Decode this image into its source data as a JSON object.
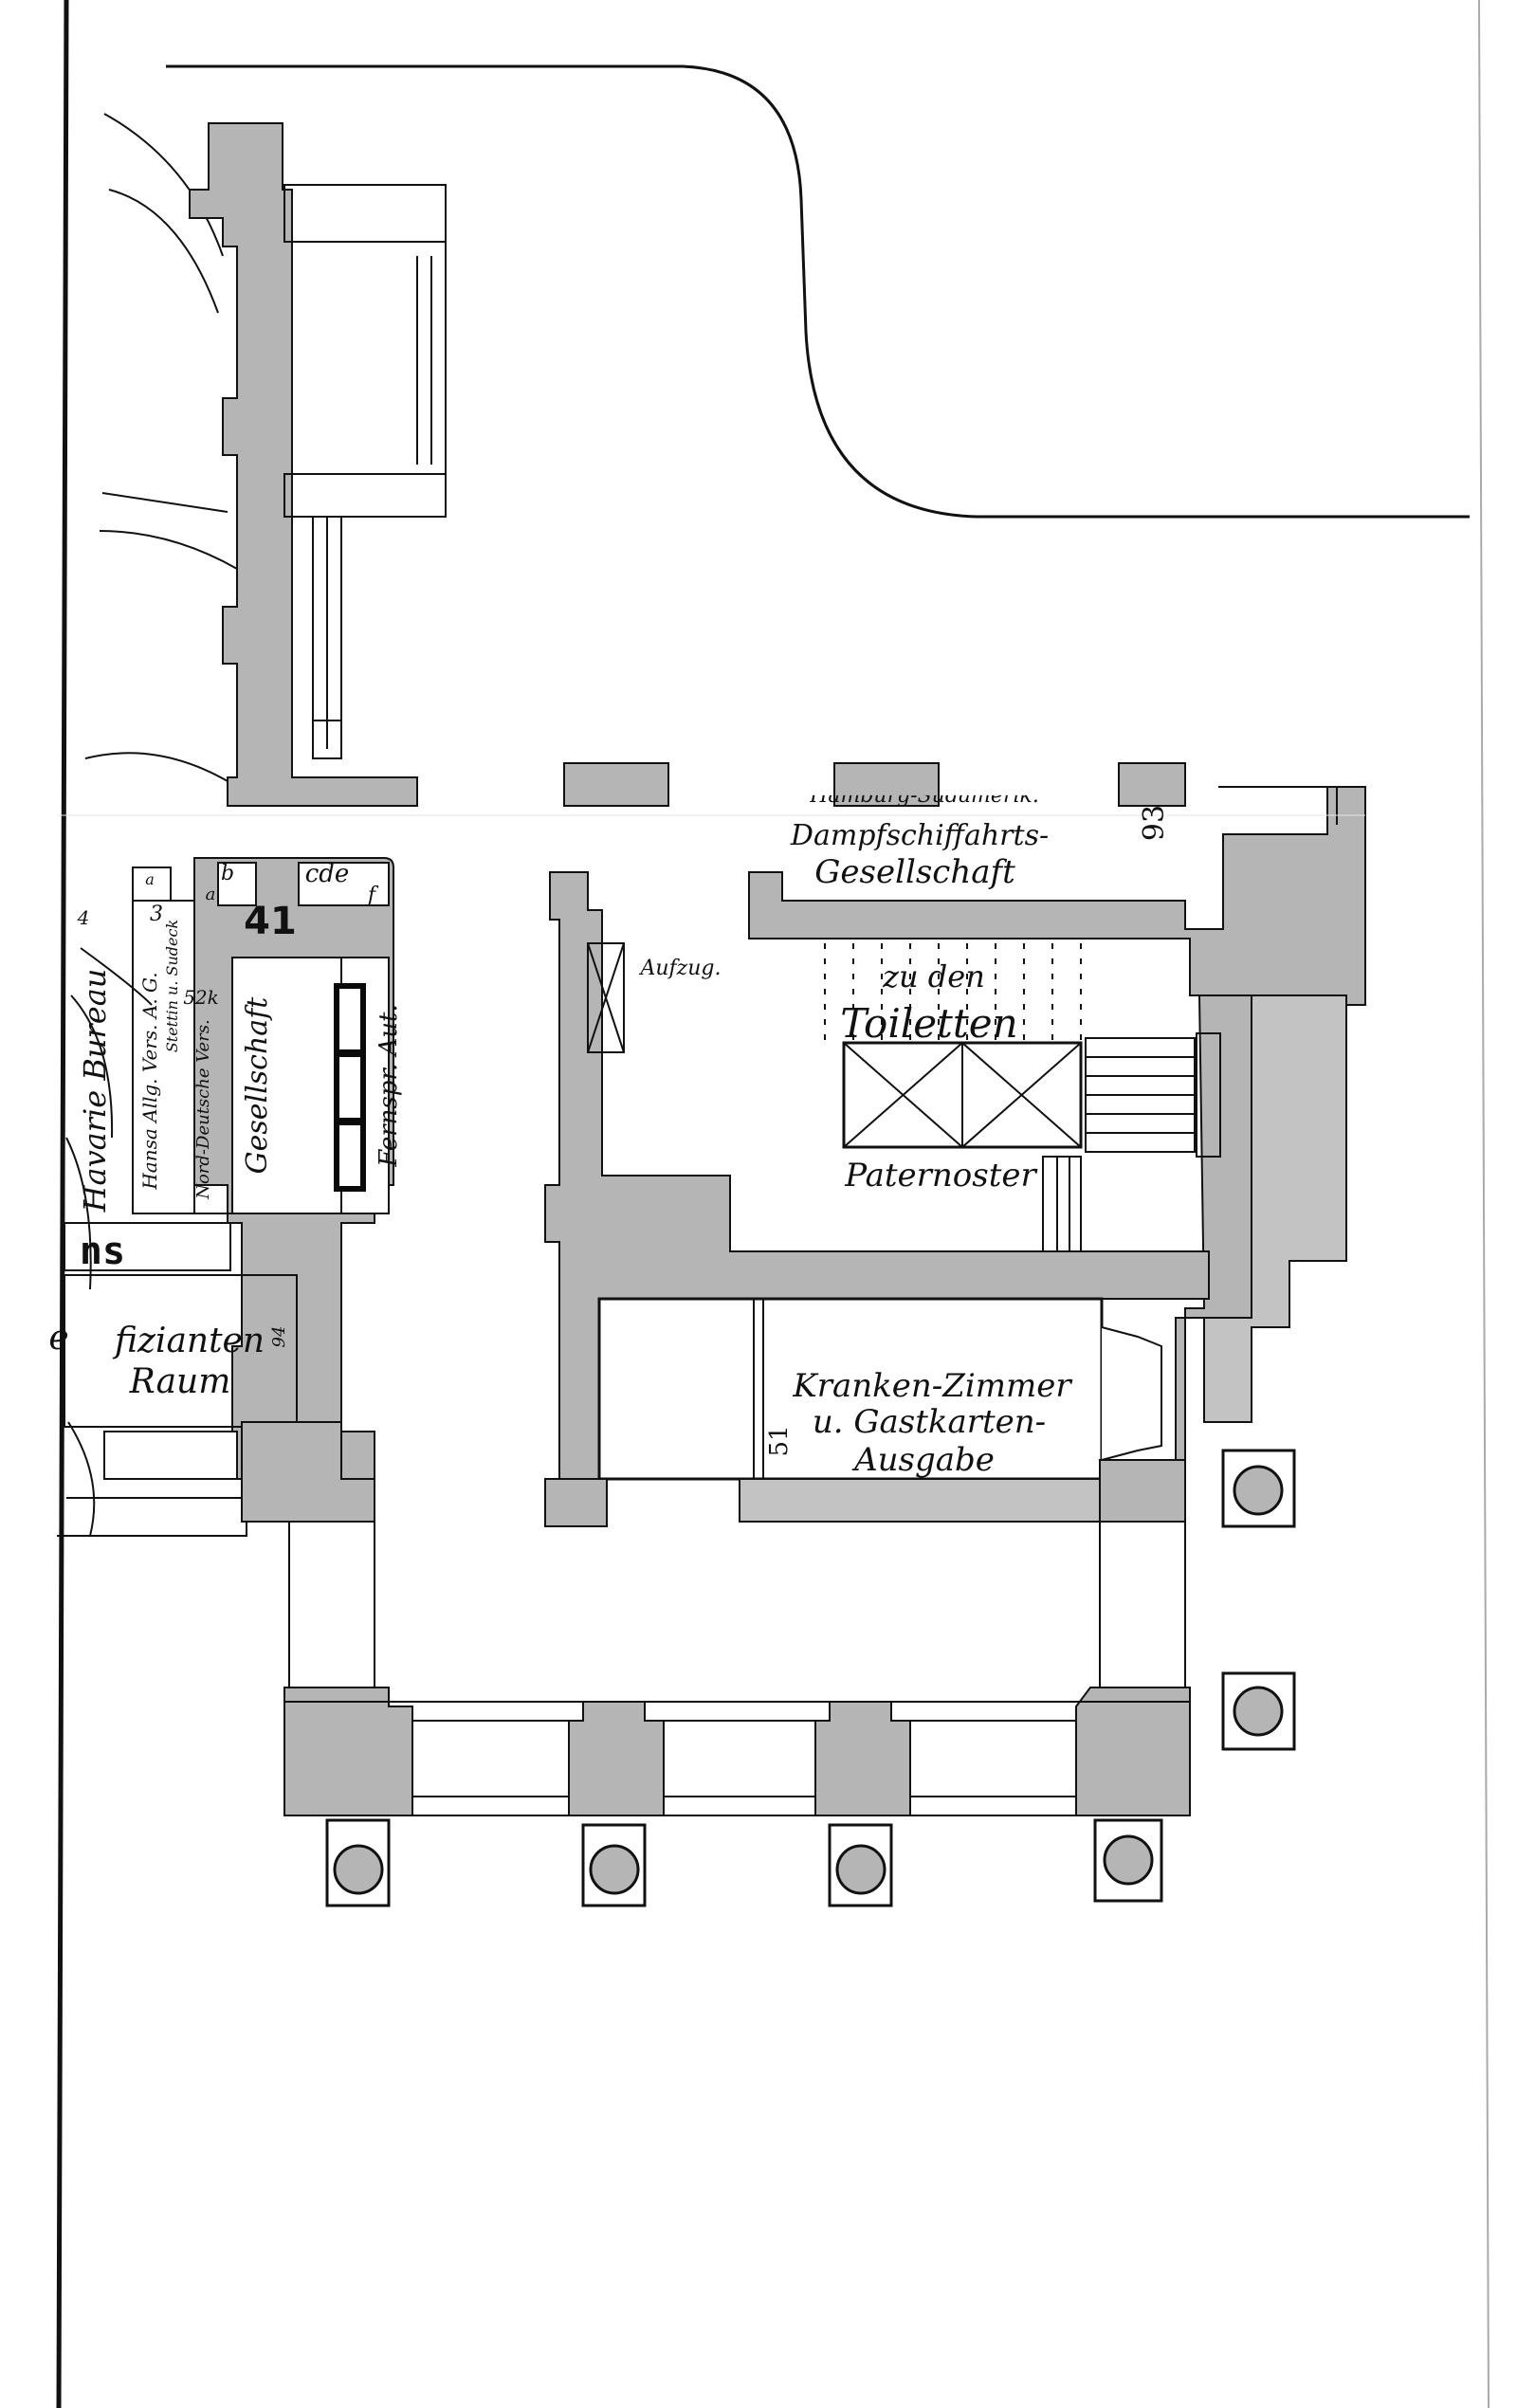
{
  "colors": {
    "wall": "#b5b5b5",
    "line": "#111111",
    "paper": "#ffffff",
    "dark": "#0a0a0a"
  },
  "labels": {
    "room_41": "41",
    "corner_a": "a",
    "corner_b": "b",
    "corners_cdef": "cde",
    "corner_f": "f",
    "small_4": "4",
    "small_a2": "a",
    "small_3": "3",
    "small_52": "52k",
    "havarie": "Havarie Bureau",
    "hansa": "Hansa Allg. Vers. A. G.",
    "stettin": "Stettin u. Sudeck",
    "norddeutsche": "Nord-Deutsche Vers.",
    "gesellschaft_left": "Gesellschaft",
    "fernspr": "Fernspr. Aut.",
    "aufzug": "Aufzug.",
    "hamburg_cut": "Hamburg-Südamerik.",
    "dampfschiff": "Dampfschiffahrts-",
    "gesellschaft_top": "Gesellschaft",
    "num_93": "93",
    "zu_den": "zu den",
    "toiletten": "Toiletten",
    "paternoster": "Paternoster",
    "ns": "ns",
    "offizianten": "fizianten",
    "offizianten_e": "e",
    "raum": "Raum",
    "num_94": "94",
    "kranken1": "Kranken-Zimmer",
    "kranken2": "u. Gastkarten-",
    "kranken3": "Ausgabe",
    "num_51": "51"
  }
}
